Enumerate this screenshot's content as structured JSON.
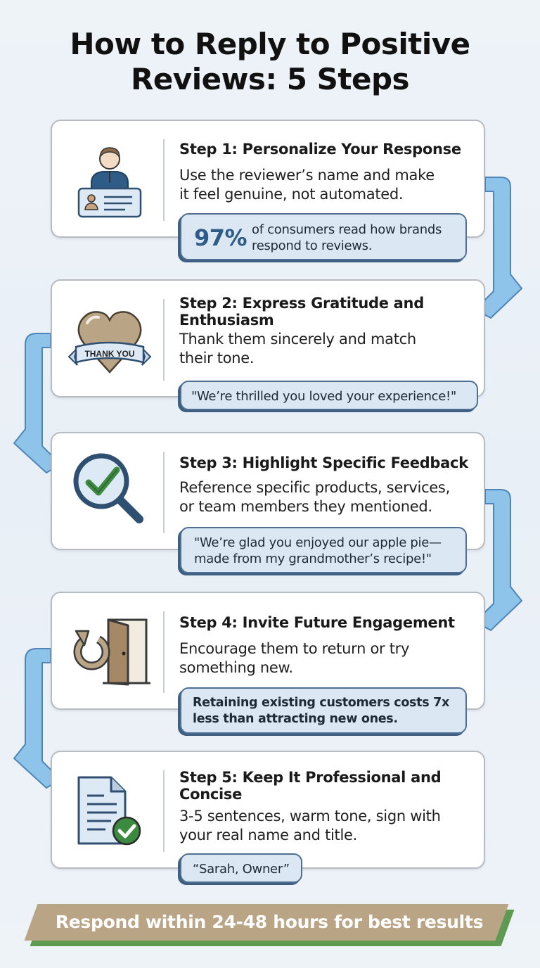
{
  "title": {
    "line1": "How to Reply to Positive",
    "line2": "Reviews: 5 Steps"
  },
  "steps": [
    {
      "title": "Step 1: Personalize Your Response",
      "desc_lines": [
        "Use the reviewer’s name and make",
        "it feel genuine, not automated."
      ],
      "callout_stat": "97%",
      "callout_lines": [
        "of consumers read how brands",
        "respond to reviews."
      ],
      "icon": "id-card-person-icon"
    },
    {
      "title_lines": [
        "Step 2: Express Gratitude and",
        "Enthusiasm"
      ],
      "desc_lines": [
        "Thank them sincerely and match",
        "their tone."
      ],
      "callout_lines": [
        "\"We’re thrilled you loved your experience!\""
      ],
      "icon": "heart-thank-you-icon",
      "icon_text": "THANK YOU"
    },
    {
      "title": "Step 3: Highlight Specific Feedback",
      "desc_lines": [
        "Reference specific products, services,",
        "or team members they mentioned."
      ],
      "callout_lines": [
        "\"We’re glad you enjoyed our apple pie—",
        "made from my grandmother’s recipe!\""
      ],
      "icon": "magnifier-check-icon"
    },
    {
      "title": "Step 4: Invite Future Engagement",
      "desc_lines": [
        "Encourage them to return or try",
        "something new."
      ],
      "callout_lines": [
        "Retaining existing customers costs 7x",
        "less than attracting new ones."
      ],
      "icon": "return-door-icon"
    },
    {
      "title_lines": [
        "Step 5: Keep It Professional and",
        "Concise"
      ],
      "desc_lines": [
        "3-5 sentences, warm tone, sign with",
        "your real name and title."
      ],
      "callout_lines": [
        "“Sarah, Owner”"
      ],
      "icon": "document-check-icon"
    }
  ],
  "banner": {
    "text": "Respond within 24-48 hours for best results"
  },
  "colors": {
    "arrow": "#8ec3ea",
    "arrow_stroke": "#4f86b8",
    "callout_bg": "#dbe8f3",
    "callout_border": "#4e6f92",
    "stat": "#2f5b87",
    "banner": "#b9a486",
    "banner_shadow": "#5f9a52"
  }
}
